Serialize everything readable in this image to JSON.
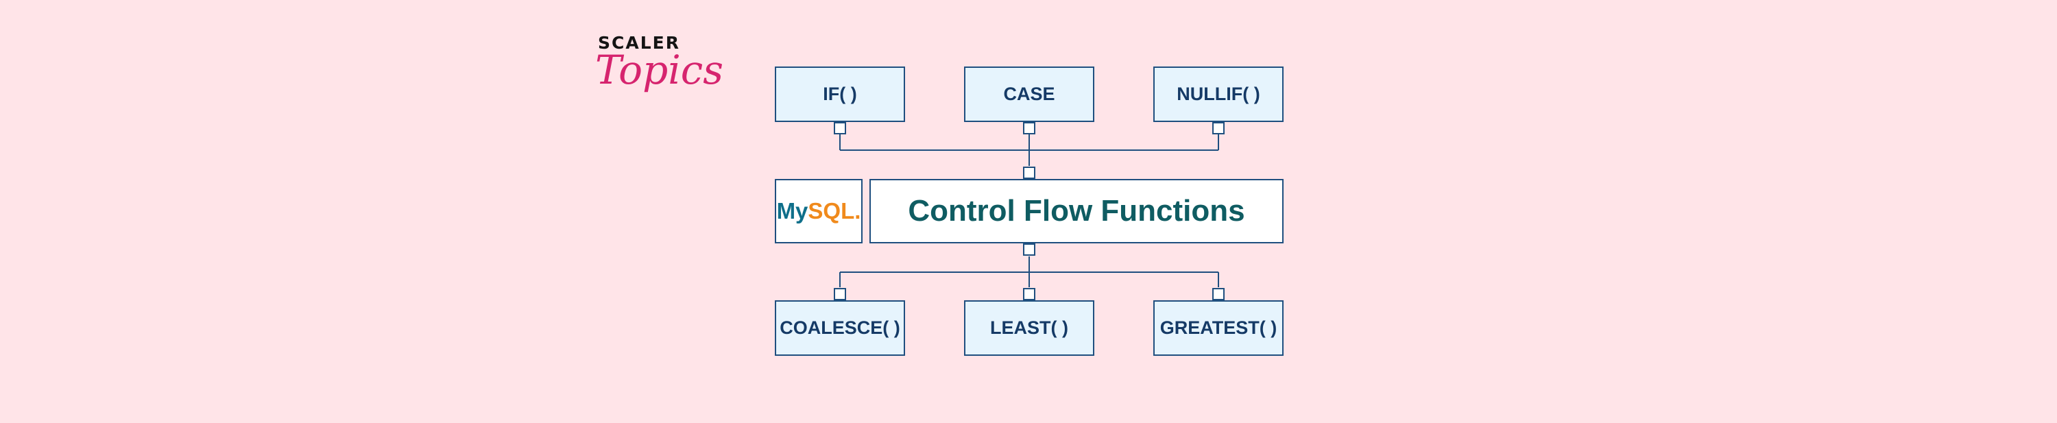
{
  "logo": {
    "line1": "SCALER",
    "line2": "Topics"
  },
  "diagram": {
    "center_label": "Control Flow Functions",
    "mysql_logo": {
      "part1": "My",
      "part2": "SQL",
      "part3": "."
    },
    "top_nodes": [
      {
        "label": "IF( )"
      },
      {
        "label": "CASE"
      },
      {
        "label": "NULLIF( )"
      }
    ],
    "bottom_nodes": [
      {
        "label": "COALESCE( )"
      },
      {
        "label": "LEAST( )"
      },
      {
        "label": "GREATEST( )"
      }
    ]
  },
  "colors": {
    "background": "#ffe4e8",
    "node_fill": "#e6f4fd",
    "border": "#1f4f7f",
    "node_text": "#153a66",
    "title_text": "#0f5c62",
    "brand_pink": "#d6246e",
    "mysql_blue": "#0f6f8a",
    "mysql_orange": "#f08a1c"
  }
}
